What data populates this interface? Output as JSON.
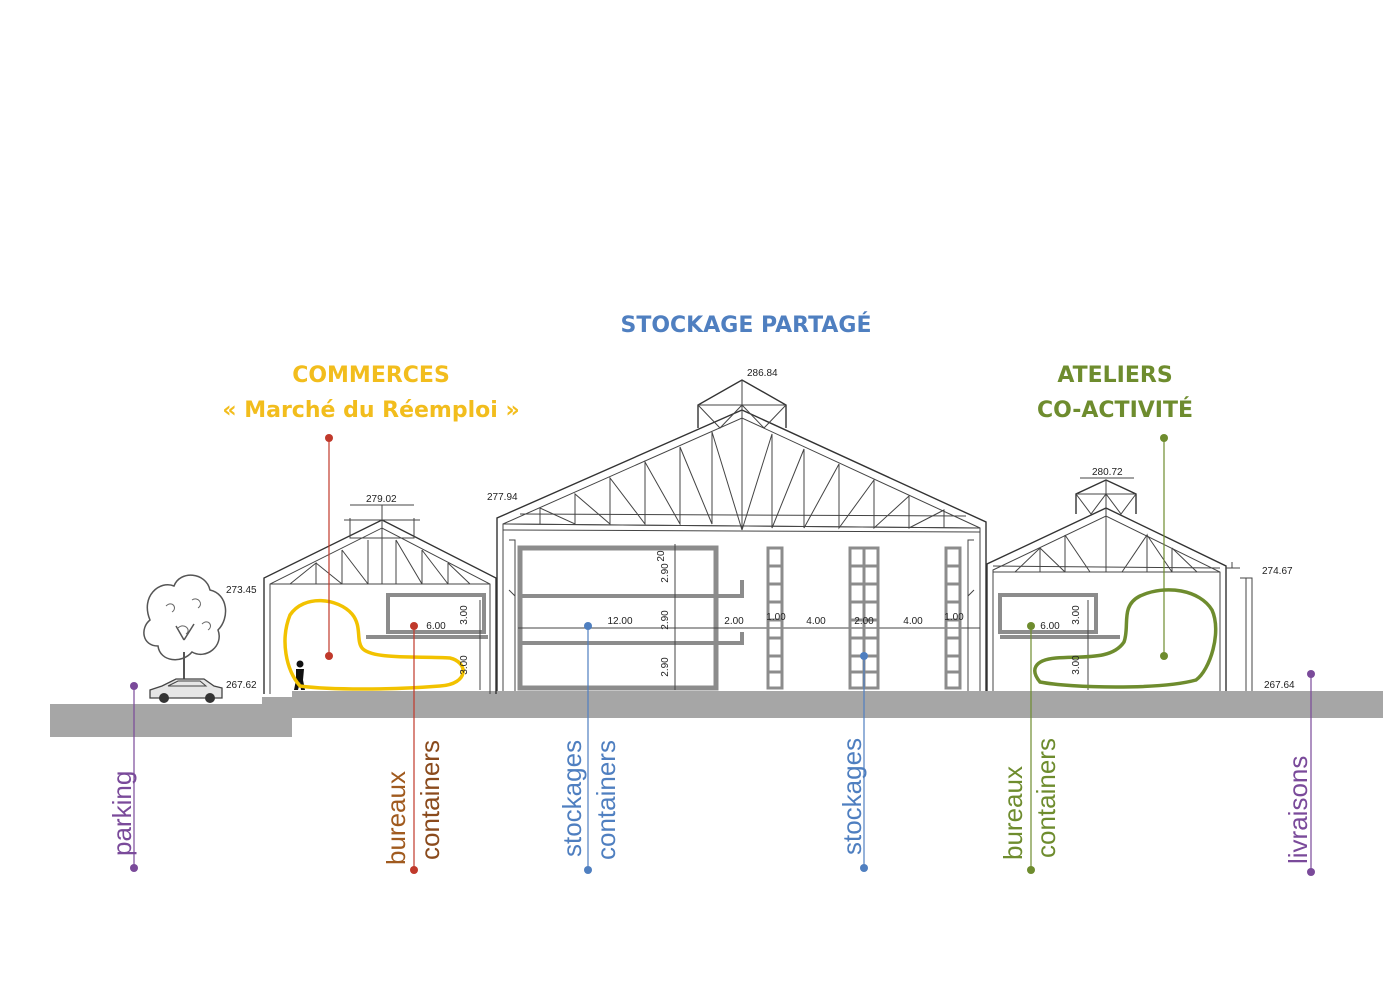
{
  "titles": {
    "stockage": "STOCKAGE PARTAGÉ",
    "commerces_line1": "COMMERCES",
    "commerces_line2": "« Marché du Réemploi »",
    "ateliers_line1": "ATELIERS",
    "ateliers_line2": "CO-ACTIVITÉ"
  },
  "elevations": {
    "center_top": "286.84",
    "left_roof": "279.02",
    "center_eave": "277.94",
    "right_roof": "280.72",
    "left_eave": "273.45",
    "right_eave": "274.67",
    "left_ground": "267.62",
    "right_ground": "267.64"
  },
  "dimensions": {
    "top_band": "20",
    "stack_upper": "2.90",
    "stack_middle": "2.90",
    "stack_lower": "2.90",
    "hall_width": "12.00",
    "gap_a": "2.00",
    "rack_a": "1.00",
    "aisle_a": "4.00",
    "rack_b": "2.00",
    "aisle_b": "4.00",
    "rack_c": "1.00",
    "left_office_width": "6.00",
    "left_office_height": "3.00",
    "left_container_height": "3.00",
    "right_office_width": "6.00",
    "right_office_height": "3.00",
    "right_container_height": "3.00"
  },
  "labels": {
    "parking": "parking",
    "bureaux_left": "bureaux",
    "containers_left": "containers",
    "stockages_left": "stockages",
    "containers_center": "containers",
    "stockages_center": "stockages",
    "bureaux_right": "bureaux",
    "containers_right": "containers",
    "livraisons": "livraisons"
  },
  "colors": {
    "commerces": "#f2bd1d",
    "stockage": "#4f7fc0",
    "ateliers": "#6e8c2e",
    "parking": "#7a4a9a",
    "bureaux_left": "#a05a1e",
    "containers_left": "#8a4a1c",
    "marker_red": "#c0392b",
    "ground": "#a6a6a6"
  }
}
